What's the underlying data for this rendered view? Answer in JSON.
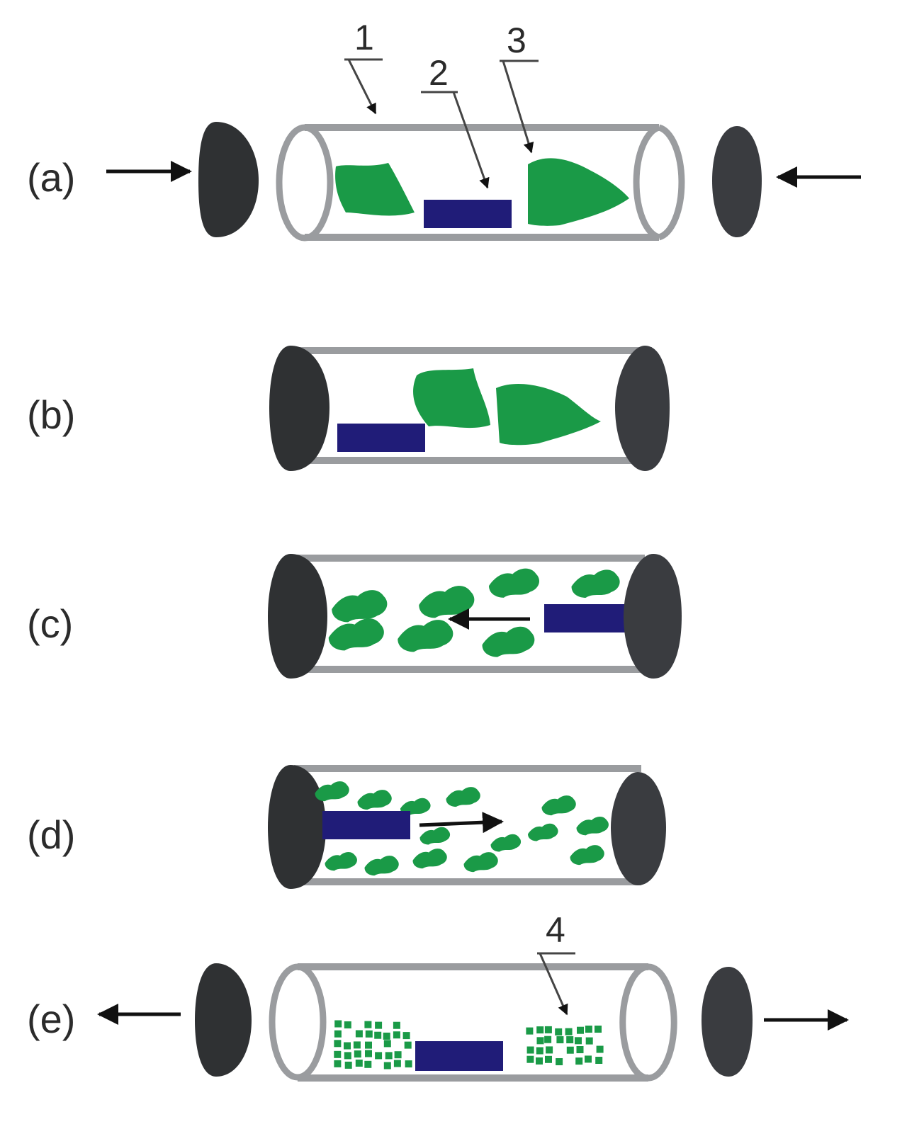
{
  "panels": [
    {
      "label": "(a)"
    },
    {
      "label": "(b)"
    },
    {
      "label": "(c)"
    },
    {
      "label": "(d)"
    },
    {
      "label": "(e)"
    }
  ],
  "callouts": {
    "one": "1",
    "two": "2",
    "three": "3",
    "four": "4"
  },
  "colors": {
    "tube": "#9a9c9f",
    "plug": "#2f3133",
    "bar": "#201c78",
    "material": "#1a9a47",
    "arrow": "#111111"
  }
}
